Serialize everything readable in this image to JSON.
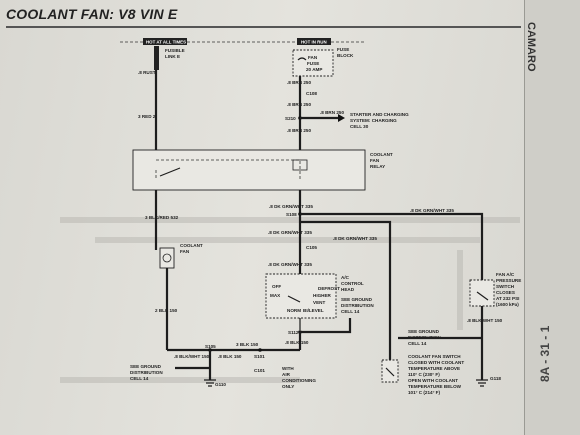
{
  "page": {
    "title": "COOLANT FAN: V8 VIN E",
    "side_label": "CAMARO",
    "page_number": "8A - 31 - 1"
  },
  "diagram": {
    "hot_always": "HOT AT ALL TIMES",
    "hot_run": "HOT IN RUN",
    "fusible_link": [
      "FUSIBLE",
      "LINK E"
    ],
    "fuse_block": [
      "FUSE",
      "BLOCK"
    ],
    "fan_fuse": [
      "FAN",
      "FUSE",
      "20 AMP"
    ],
    "rust": ".8 RUST",
    "red_2": "3 RED   2",
    "brn_250_a": ".8 BRN   250",
    "brn_250_b": ".8 BRN   250",
    "brn_250_c": ".8 BRN   250",
    "brn_250_d": ".8 BRN   250",
    "c108": "C108",
    "s210": "S210",
    "starter": [
      "STARTER AND CHARGING",
      "SYSTEM: CHARGING",
      "CELL 30"
    ],
    "relay": [
      "COOLANT",
      "FAN",
      "RELAY"
    ],
    "blk_red_532": "3 BLK/RED   532",
    "grn_wht_335_a": ".8 DK GRN/WHT   335",
    "grn_wht_335_b": ".8 DK GRN/WHT   335",
    "grn_wht_335_c": ".8 DK GRN/WHT   335",
    "grn_wht_335_d": ".8 DK GRN/WHT   335",
    "grn_wht_335_e": ".8 DK GRN/WHT   335",
    "s108": "S108",
    "c105": "C105",
    "coolant_fan": [
      "COOLANT",
      "FAN"
    ],
    "ac_head": [
      "A/C",
      "CONTROL",
      "HEAD"
    ],
    "ac_positions": [
      "OFF",
      "MAX",
      "NORM",
      "BI/LEVEL",
      "HIGHER",
      "VENT",
      "DEFROST"
    ],
    "sex_ground_14": [
      "SEE GROUND",
      "DISTRIBUTION",
      "CELL 14"
    ],
    "fan_switch_ac": [
      "FAN A/C",
      "PRESSURE",
      "SWITCH",
      "CLOSES",
      "AT 232 PSI",
      "(1600 kPa)"
    ],
    "blk_150_a": "2 BLK   150",
    "blk_150_b": ".8 BLK   150",
    "blk_150_c": ".8 BLK   150",
    "blk_150_d": "3 BLK   150",
    "blk_wht_150": ".8 BLK/WHT   150",
    "s105": "S105",
    "s101": "S101",
    "s112": "S112",
    "c101": "C101",
    "g110": "G110",
    "g118": "G118",
    "with_ac": [
      "WITH",
      "AIR",
      "CONDITIONING",
      "ONLY"
    ],
    "coolant_switch": [
      "COOLANT FAN SWITCH",
      "CLOSED WITH COOLANT",
      "TEMPERATURE ABOVE",
      "110° C (230° F)",
      "OPEN WITH COOLANT",
      "TEMPERATURE BELOW",
      "101° C (214° F)"
    ]
  }
}
